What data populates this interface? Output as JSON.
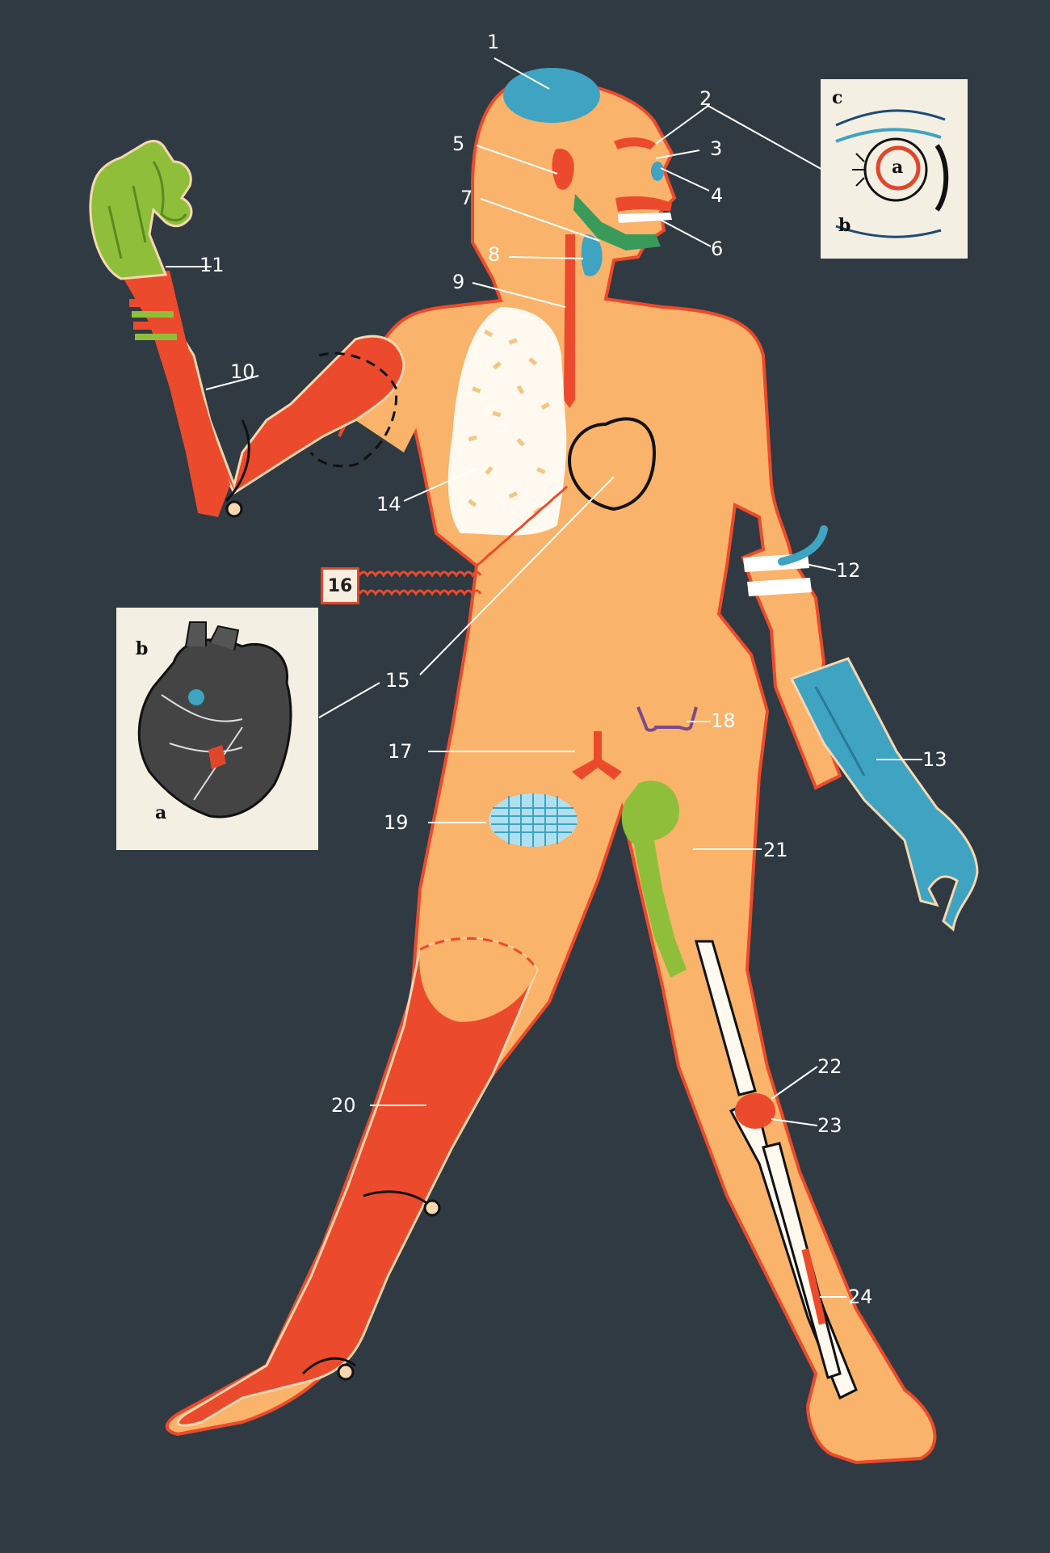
{
  "background_color": "#2f3a42",
  "colors": {
    "skin": "#f9b36a",
    "prosthesis_red": "#ec4a2c",
    "green": "#8fbf3a",
    "blue": "#3fa3c2",
    "white": "#ffffff",
    "outline": "#111111"
  },
  "callouts": [
    "1",
    "2",
    "3",
    "4",
    "5",
    "6",
    "7",
    "8",
    "9",
    "10",
    "11",
    "12",
    "13",
    "14",
    "15",
    "16",
    "17",
    "18",
    "19",
    "20",
    "21",
    "22",
    "23",
    "24"
  ],
  "eye_inset": {
    "a": "a",
    "b": "b",
    "c": "c"
  },
  "heart_inset": {
    "a": "a",
    "b": "b"
  }
}
